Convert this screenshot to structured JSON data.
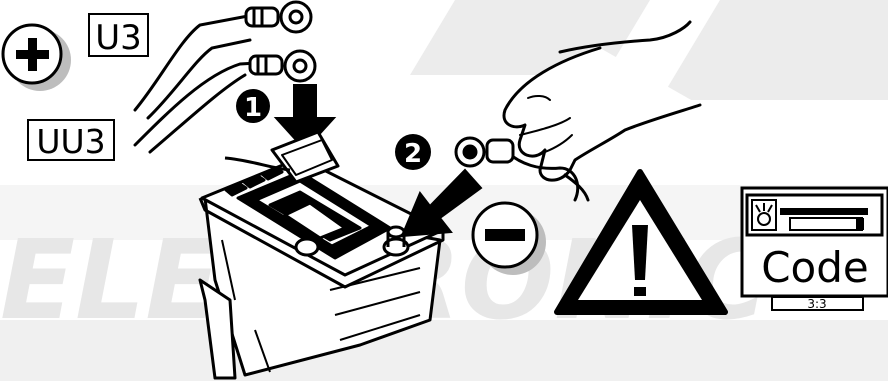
{
  "labels": {
    "u3": "U3",
    "uu3": "UU3",
    "step1": "1",
    "step2": "2",
    "code": "Code",
    "code_counter": "3:3"
  },
  "watermark": {
    "text": "ELECTRONIC"
  },
  "colors": {
    "ink": "#000000",
    "paper": "#ffffff",
    "badge_shadow": "#bdbdbd",
    "watermark": "#ececec"
  }
}
